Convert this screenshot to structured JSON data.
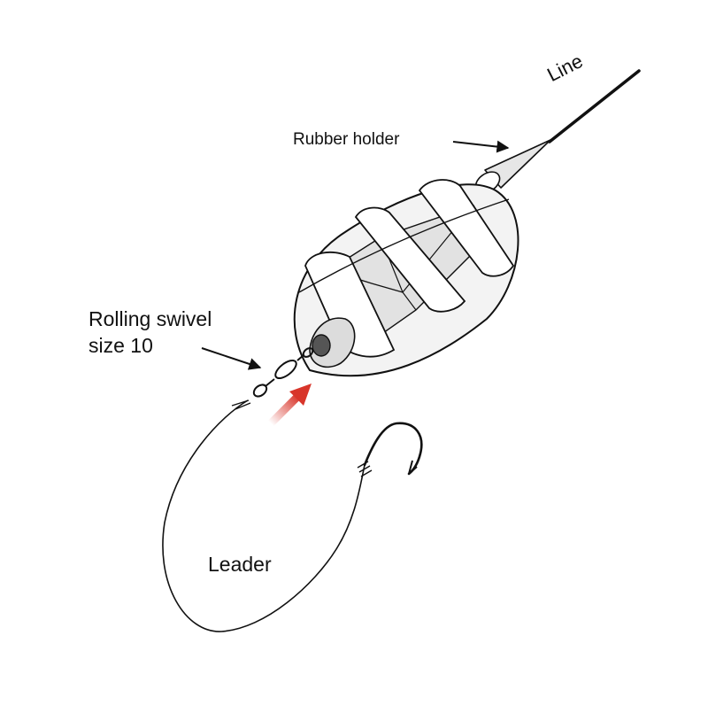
{
  "labels": {
    "line": "Line",
    "rubber_holder": "Rubber holder",
    "rolling_swivel_line1": "Rolling swivel",
    "rolling_swivel_line2": "size 10",
    "leader": "Leader"
  },
  "colors": {
    "ink": "#111111",
    "feeder_fill": "#ffffff",
    "shade": "#e6e6e6",
    "accent_arrow": "#d8352a"
  }
}
